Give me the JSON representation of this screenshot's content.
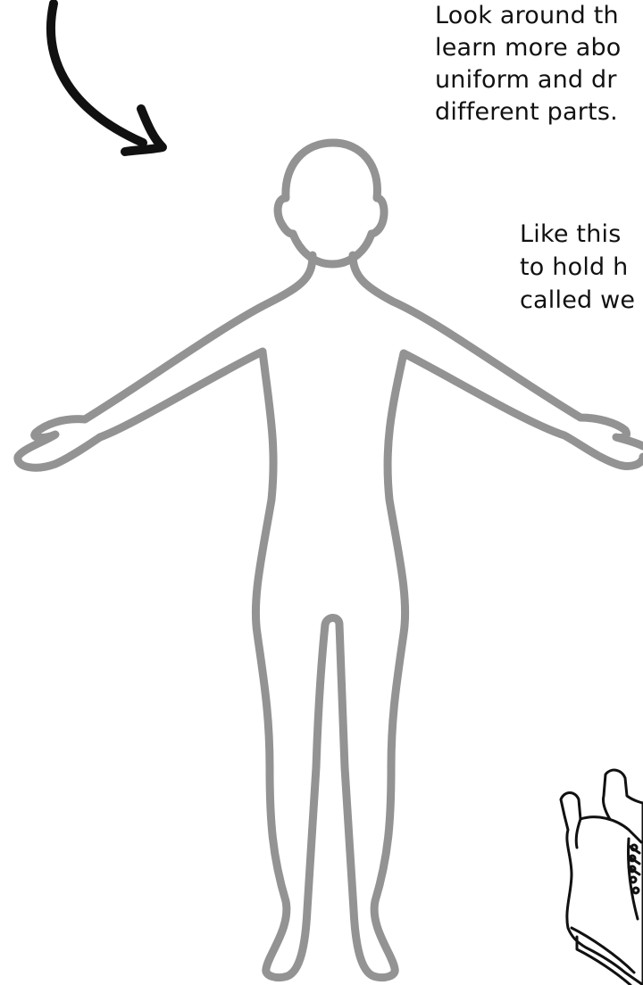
{
  "intro": {
    "lines": [
      "Look around th",
      "learn more abo",
      "uniform and dr",
      "different parts."
    ]
  },
  "aside": {
    "lines": [
      "Like this",
      "to hold h",
      "called we"
    ]
  },
  "icons": {
    "arrow": "curved-arrow-icon",
    "figure": "body-outline-figure",
    "boots": "boots-illustration"
  },
  "colors": {
    "figure_stroke": "#939393",
    "ink": "#111111"
  }
}
